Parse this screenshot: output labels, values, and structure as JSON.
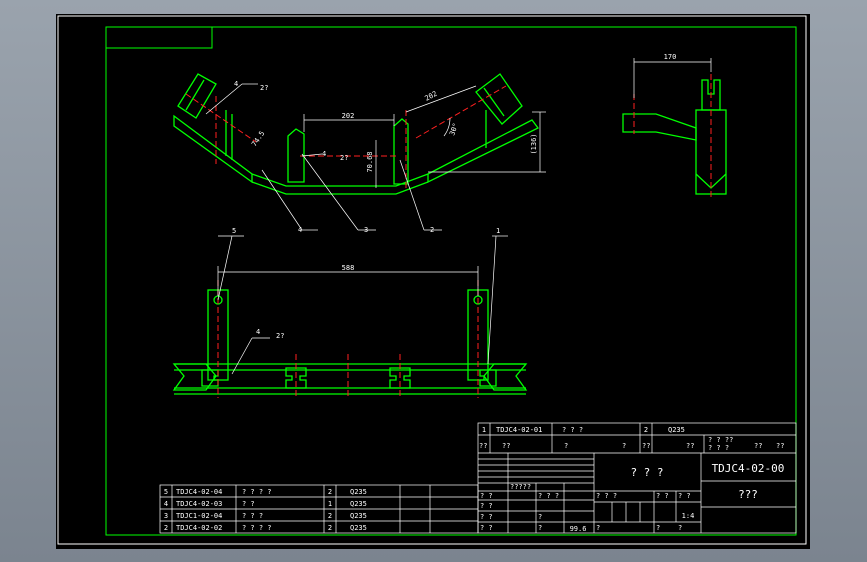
{
  "colors": {
    "background": "#000000",
    "frame": "#ffffff",
    "geometry": "#00ff00",
    "centerline": "#ff2020",
    "annotation": "#ffffff",
    "chrome": "#8a939e"
  },
  "dimensions": {
    "top_span": "202",
    "side_span": "202",
    "left_height": "74.5",
    "mid_height": "70.68",
    "overall_height": "(136)",
    "angle": "30°",
    "base_span": "588",
    "side_view_width": "170"
  },
  "callouts": {
    "weld_a": "4",
    "weld_a_suffix": "2?",
    "weld_b": "4",
    "weld_b_suffix": "2?",
    "weld_c": "4",
    "weld_c_suffix": "2?",
    "part_4": "4",
    "part_3": "3",
    "part_2": "2",
    "part_5": "5",
    "part_1": "1"
  },
  "bom": [
    {
      "index": "5",
      "code": "TDJC4-02-04",
      "name": "? ? ? ?",
      "qty": "2",
      "material": "Q235"
    },
    {
      "index": "4",
      "code": "TDJC4-02-03",
      "name": "?   ?",
      "qty": "1",
      "material": "Q235"
    },
    {
      "index": "3",
      "code": "TDJC1-02-04",
      "name": "? ? ?",
      "qty": "2",
      "material": "Q235"
    },
    {
      "index": "2",
      "code": "TDJC4-02-02",
      "name": "? ? ? ?",
      "qty": "2",
      "material": "Q235"
    }
  ],
  "title_block": {
    "row1_index": "1",
    "row1_code": "TDJC4-02-01",
    "row1_name": "? ? ?",
    "row1_qty": "2",
    "row1_material": "Q235",
    "hdr": [
      "??",
      "??",
      "?",
      "?",
      "??",
      "??",
      "? ? ??",
      "??",
      "??"
    ],
    "hdr_sub": "? ? ?",
    "rev_cell": "?????",
    "drawing_name": "? ? ?",
    "drawing_number": "TDJC4-02-00",
    "company": "???",
    "scale": "1:4",
    "weight": "99.6",
    "sign_labels": [
      "? ?",
      "? ?",
      "? ? ?",
      "? ? ?",
      "? ?",
      "? ?",
      "? ?",
      "? ?",
      "?",
      "?",
      "?",
      "?",
      "?"
    ]
  }
}
